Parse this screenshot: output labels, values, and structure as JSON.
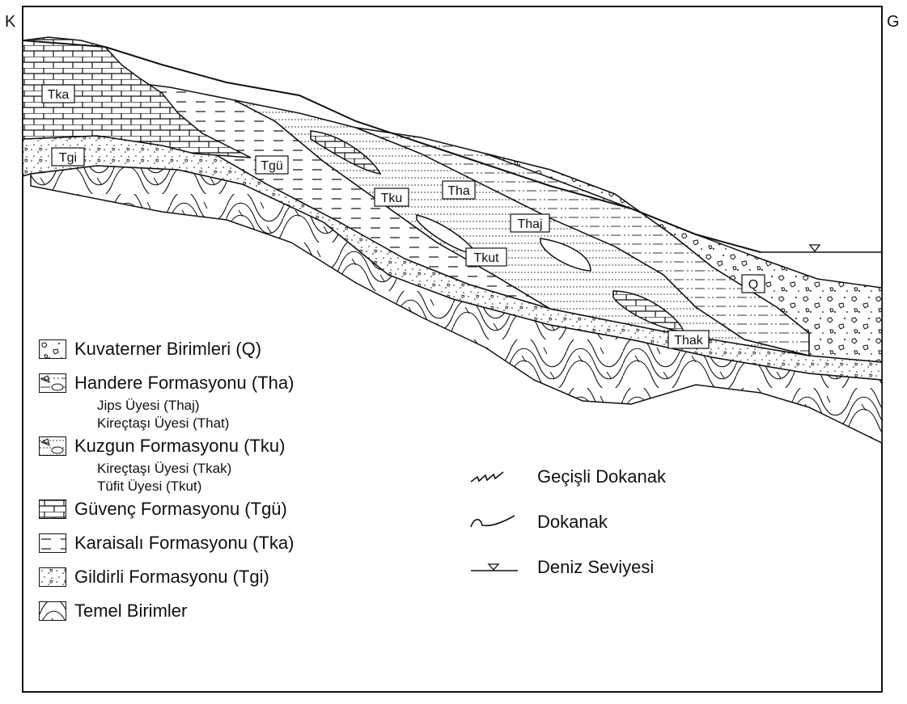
{
  "corners": {
    "left": "K",
    "right": "G"
  },
  "unit_labels": {
    "tka": "Tka",
    "tgi": "Tgi",
    "tgu": "Tgü",
    "tku": "Tku",
    "tha": "Tha",
    "thaj": "Thaj",
    "tkut": "Tkut",
    "q": "Q",
    "thak": "Thak"
  },
  "legend": {
    "units": [
      {
        "name": "Kuvaterner Birimleri (Q)",
        "pattern": "gravel"
      },
      {
        "name": "Handere Formasyonu (Tha)",
        "pattern": "dash-dot",
        "members": [
          "Jips Üyesi (Thaj)",
          "Kireçtaşı Üyesi (That)"
        ]
      },
      {
        "name": "Kuzgun Formasyonu (Tku)",
        "pattern": "dotted-lines",
        "members": [
          "Kireçtaşı Üyesi (Tkak)",
          "Tüfit Üyesi (Tkut)"
        ]
      },
      {
        "name": "Güvenç Formasyonu (Tgü)",
        "pattern": "brick"
      },
      {
        "name": "Karaisalı Formasyonu (Tka)",
        "pattern": "dashes"
      },
      {
        "name": "Gildirli Formasyonu (Tgi)",
        "pattern": "fine-gravel"
      },
      {
        "name": "Temel Birimler",
        "pattern": "folded"
      }
    ]
  },
  "contacts": {
    "gradational": "Geçişli Dokanak",
    "contact": "Dokanak",
    "sea_level": "Deniz Seviyesi"
  }
}
